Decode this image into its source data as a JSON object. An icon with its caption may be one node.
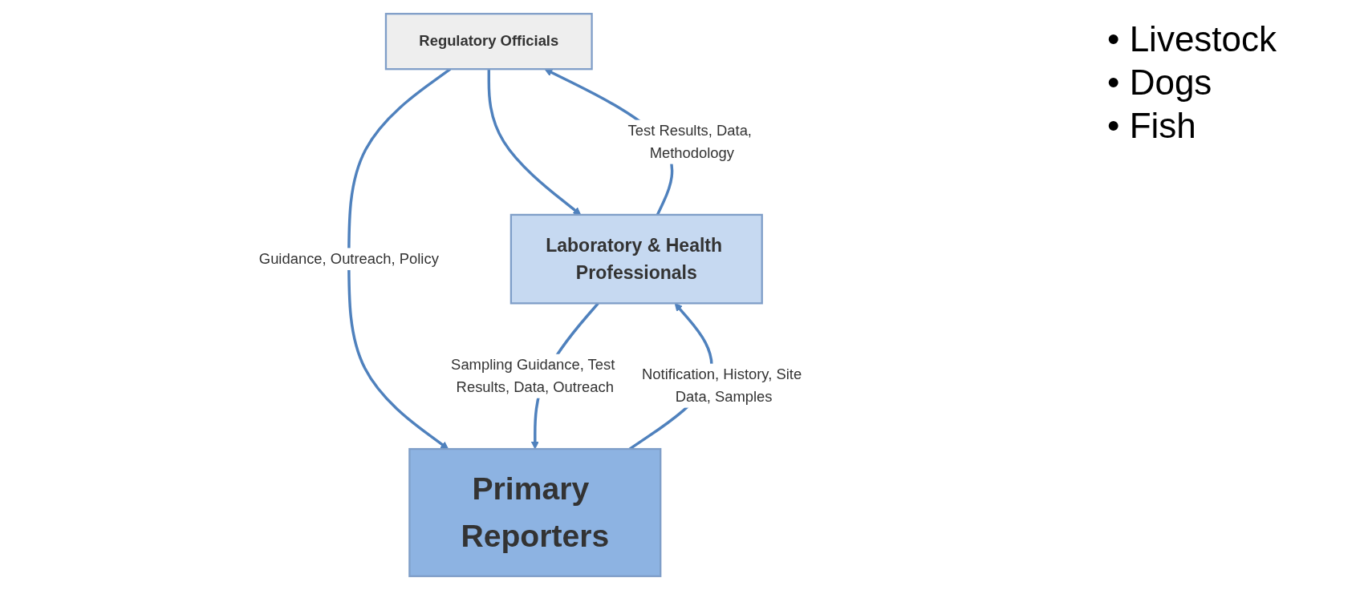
{
  "diagram": {
    "nodes": [
      {
        "text": [
          "Regulatory Officials"
        ]
      },
      {
        "text": [
          "Laboratory & Health Professionals"
        ]
      },
      {
        "text": [
          "Primary Reporters"
        ]
      }
    ],
    "edges": [
      {
        "from": 0,
        "to": 1,
        "arrow": "to"
      },
      {
        "from": 0,
        "to": 2,
        "arrow": "to",
        "label": "Guidance, Outreach, Policy"
      },
      {
        "from": 1,
        "to": 0,
        "arrow": "to",
        "label": "Test Results, Data, Methodology"
      },
      {
        "from": 1,
        "to": 2,
        "arrow": "to",
        "label": "Sampling Guidance, Test Results, Data, Outreach"
      },
      {
        "from": 2,
        "to": 1,
        "arrow": "to",
        "label": "Notification, History, Site Data, Samples"
      }
    ],
    "labels": [
      "• Livestock",
      "• Dogs",
      "• Fish"
    ]
  }
}
